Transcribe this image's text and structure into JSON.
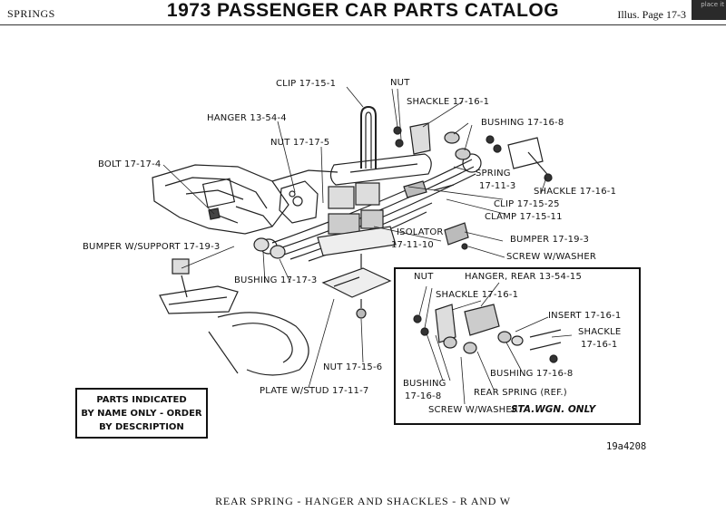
{
  "header": {
    "section": "SPRINGS",
    "title": "1973 PASSENGER CAR PARTS CATALOG",
    "page_ref": "Illus. Page 17-3",
    "corner_text": "place it"
  },
  "labels": {
    "clip_17_15_1": "CLIP 17-15-1",
    "nut_top": "NUT",
    "shackle_top": "SHACKLE 17-16-1",
    "hanger_13_54_4": "HANGER 13-54-4",
    "bushing_17_16_8_top": "BUSHING 17-16-8",
    "nut_17_17_5": "NUT 17-17-5",
    "bolt_17_17_4": "BOLT 17-17-4",
    "spring_line1": "SPRING",
    "spring_line2": "17-11-3",
    "shackle_right": "SHACKLE 17-16-1",
    "clip_17_15_25": "CLIP 17-15-25",
    "clamp_17_15_11": "CLAMP 17-15-11",
    "isolator_line1": "ISOLATOR",
    "isolator_line2": "17-11-10",
    "bumper_right": "BUMPER 17-19-3",
    "screw_right": "SCREW W/WASHER",
    "bumper_support": "BUMPER W/SUPPORT 17-19-3",
    "bushing_17_17_3": "BUSHING 17-17-3",
    "nut_17_15_6": "NUT 17-15-6",
    "plate_w_stud": "PLATE W/STUD 17-11-7",
    "inset_nut": "NUT",
    "inset_hanger": "HANGER, REAR 13-54-15",
    "inset_shackle_top": "SHACKLE 17-16-1",
    "inset_insert": "INSERT 17-16-1",
    "inset_shackle_right_line1": "SHACKLE",
    "inset_shackle_right_line2": "17-16-1",
    "inset_bushing_left_line1": "BUSHING",
    "inset_bushing_left_line2": "17-16-8",
    "inset_bushing_right": "BUSHING 17-16-8",
    "inset_rear_spring": "REAR SPRING (REF.)",
    "inset_screw": "SCREW W/WASHER"
  },
  "notice": {
    "line1": "PARTS INDICATED",
    "line2": "BY NAME ONLY - ORDER",
    "line3": "BY DESCRIPTION"
  },
  "inset_title": "STA.WGN. ONLY",
  "reference_number": "19a4208",
  "caption": "REAR SPRING - HANGER AND SHACKLES - R AND W"
}
